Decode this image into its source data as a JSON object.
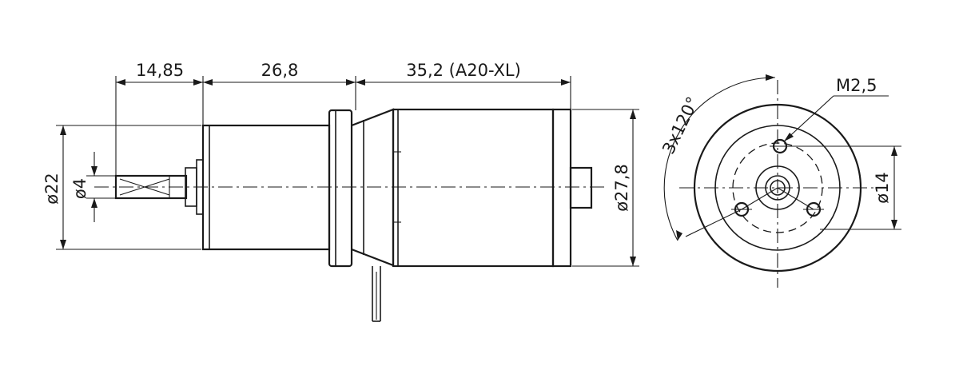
{
  "dimensions": {
    "shaft_length": "14,85",
    "gearbox_length": "26,8",
    "motor_length": "35,2 (A20-XL)",
    "gearbox_diameter": "ø22",
    "shaft_diameter": "ø4",
    "motor_diameter": "ø27,8",
    "bolt_circle_diameter": "ø14",
    "thread": "M2,5",
    "hole_pattern": "3x120°"
  }
}
